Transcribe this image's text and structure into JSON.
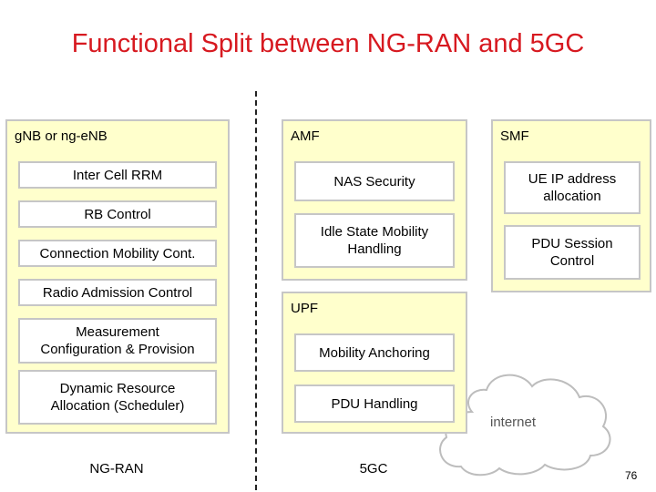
{
  "title": "Functional Split between NG-RAN and 5GC",
  "gnb": {
    "label": "gNB or ng-eNB",
    "functions": [
      "Inter Cell RRM",
      "RB Control",
      "Connection Mobility Cont.",
      "Radio Admission Control",
      "Measurement\nConfiguration & Provision",
      "Dynamic Resource\nAllocation (Scheduler)"
    ]
  },
  "amf": {
    "label": "AMF",
    "functions": [
      "NAS Security",
      "Idle State Mobility\nHandling"
    ]
  },
  "smf": {
    "label": "SMF",
    "functions": [
      "UE IP address\nallocation",
      "PDU Session\nControl"
    ]
  },
  "upf": {
    "label": "UPF",
    "functions": [
      "Mobility Anchoring",
      "PDU Handling"
    ]
  },
  "cloud_label": "internet",
  "footer": {
    "left": "NG-RAN",
    "right": "5GC"
  },
  "page_number": "76",
  "colors": {
    "title": "#d71920",
    "panel_fill": "#ffffcc",
    "border": "#c6c6c6"
  }
}
